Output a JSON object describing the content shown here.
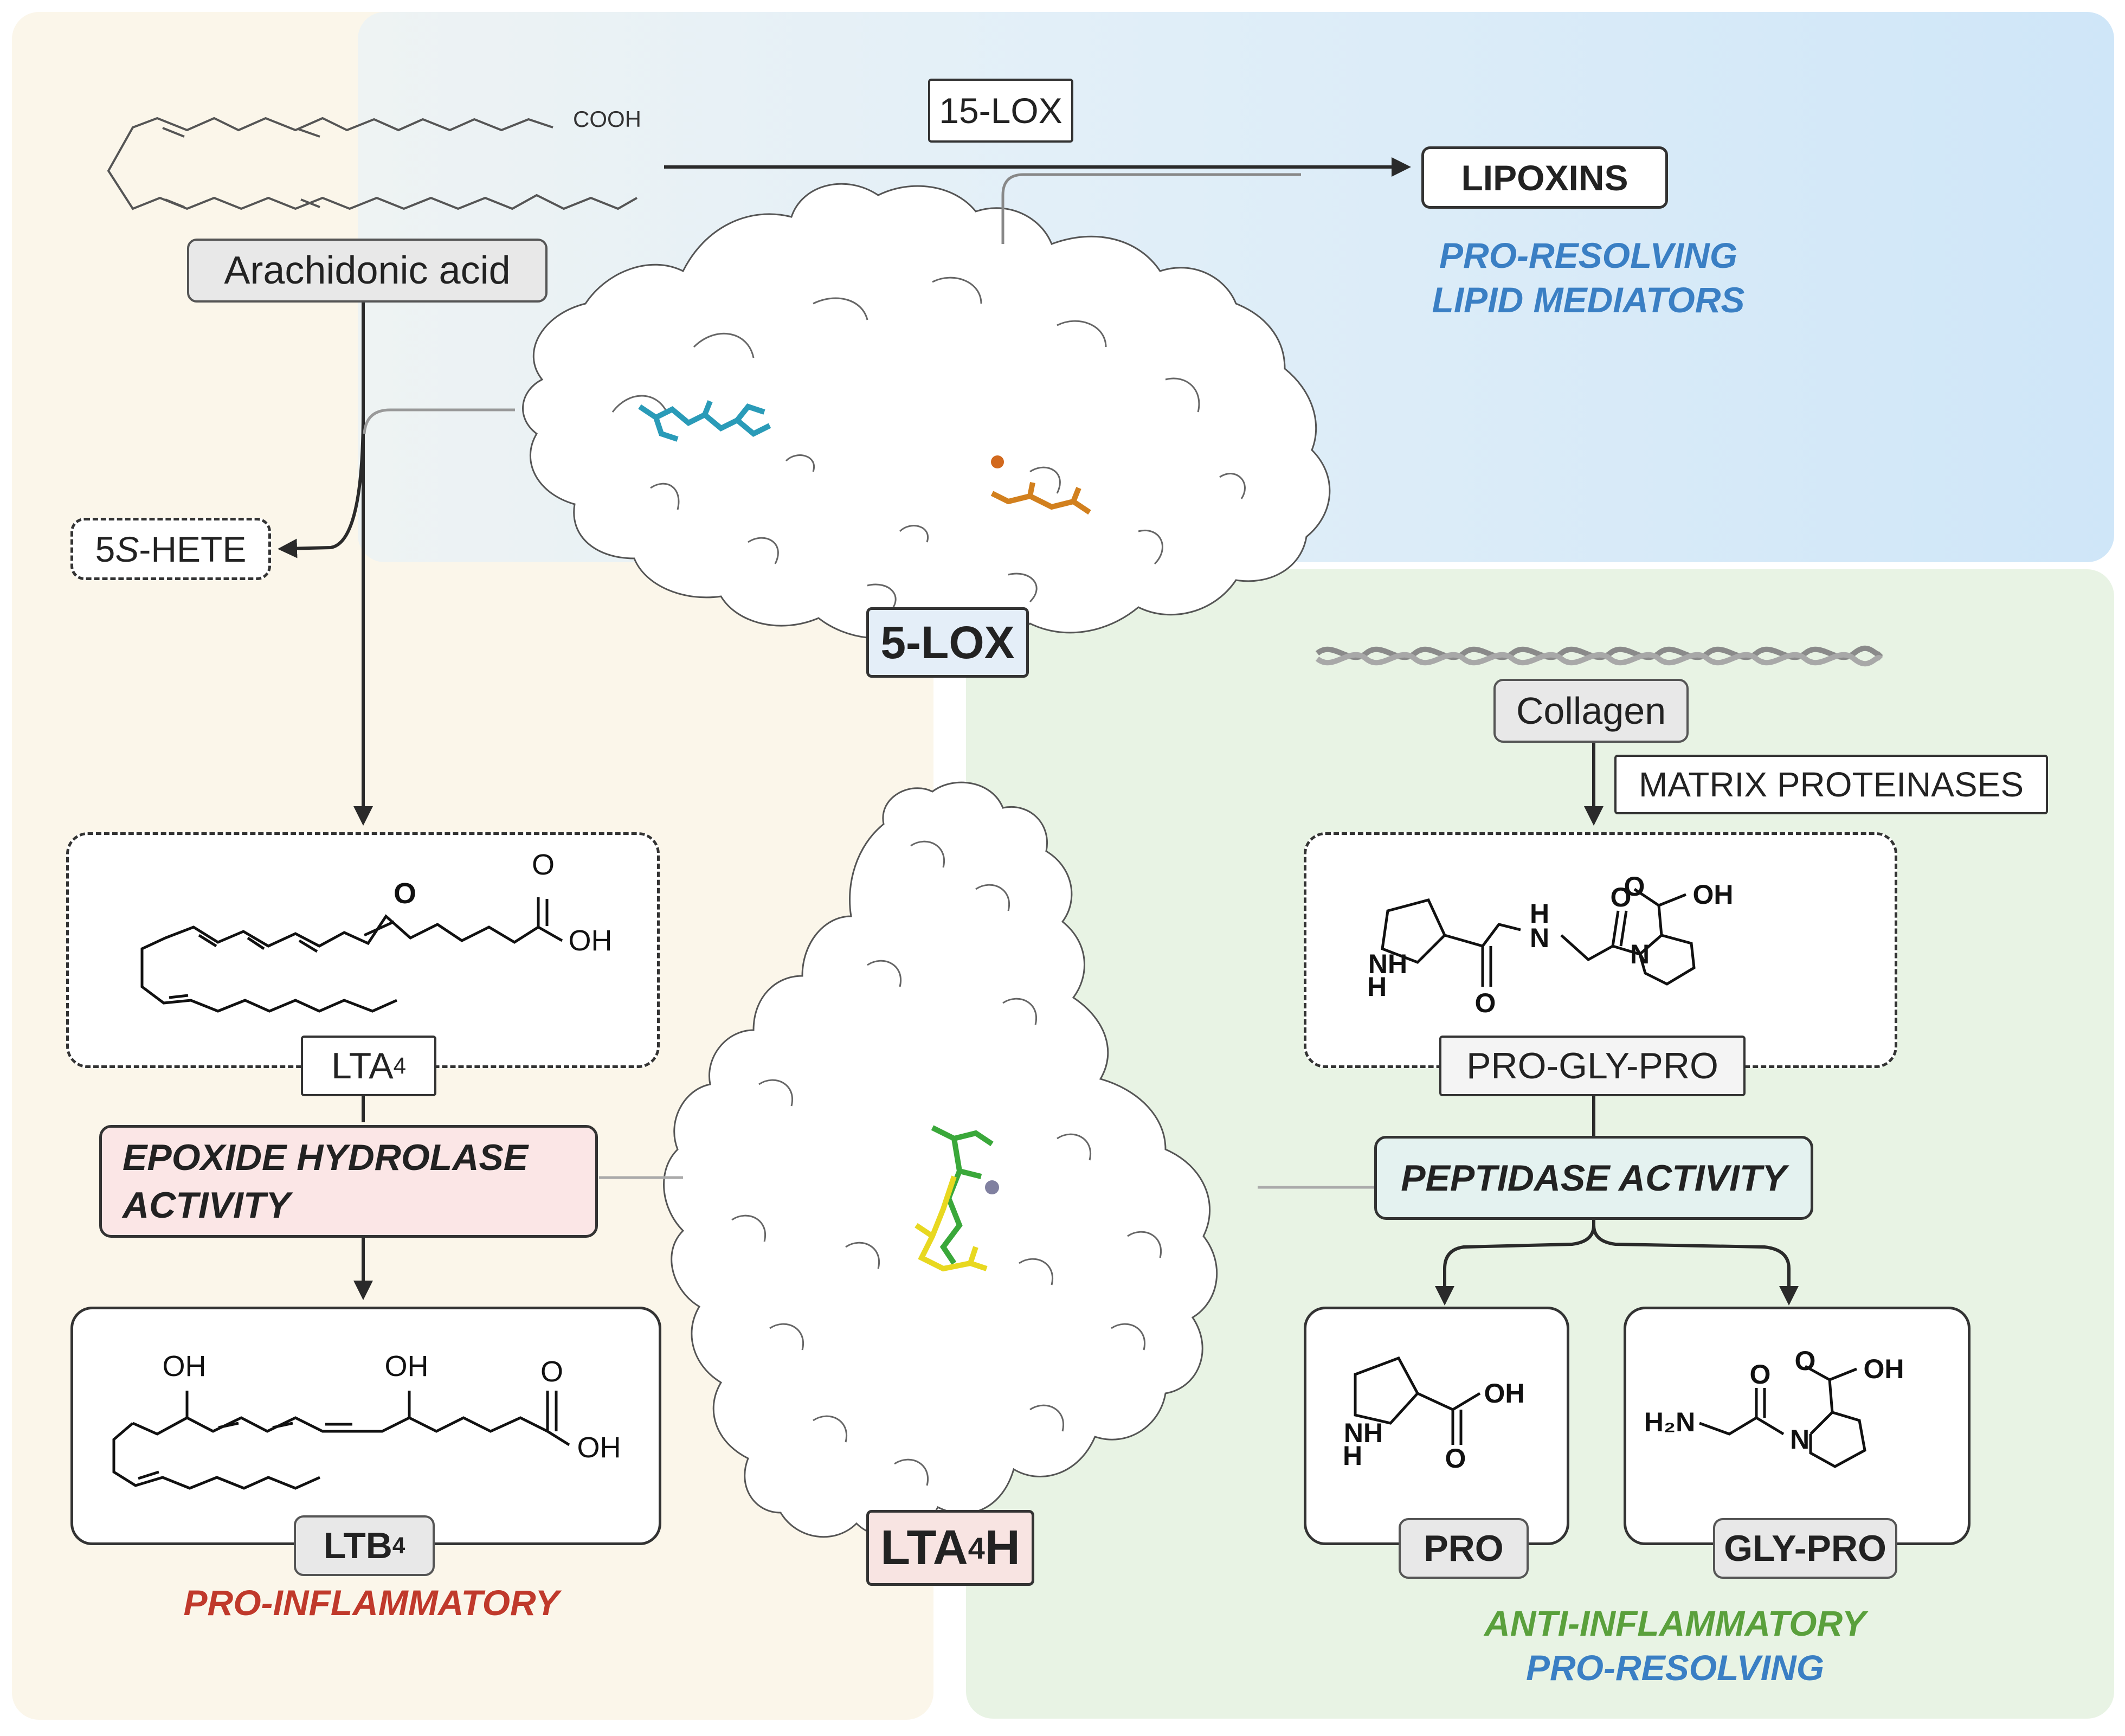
{
  "colors": {
    "zone_left": "#fbf6ea",
    "zone_blue": "#d6e9f8",
    "zone_green": "#e8f3e4",
    "lipid_blue": "#3a7fc4",
    "pro_inflammatory_red": "#c0392b",
    "anti_inflammatory_green": "#5aa03c",
    "epoxide_box": "#fbe6e6",
    "peptidase_box": "#e4f2f0",
    "lox5_box": "#e4eef8",
    "lta4h_box": "#f8e4e2"
  },
  "pathway": {
    "arachidonic_acid": "Arachidonic acid",
    "cooh": "COOH",
    "lox15": "15-LOX",
    "lipoxins": "LIPOXINS",
    "pro_resolving_lipid_mediators_line1": "PRO-RESOLVING",
    "pro_resolving_lipid_mediators_line2": "LIPID MEDIATORS",
    "hete_prefix": "5",
    "hete_s": "S",
    "hete_suffix": "-HETE",
    "lox5": "5-LOX",
    "lta4_base": "LTA",
    "lta4_sub": "4",
    "epoxide_line1": "EPOXIDE HYDROLASE",
    "epoxide_line2": "ACTIVITY",
    "ltb4_base": "LTB",
    "ltb4_sub": "4",
    "pro_inflammatory": "PRO-INFLAMMATORY",
    "lta4h_base": "LTA",
    "lta4h_sub": "4",
    "lta4h_suffix": "H",
    "collagen": "Collagen",
    "matrix_proteinases": "MATRIX PROTEINASES",
    "pgp": "PRO-GLY-PRO",
    "peptidase_activity": "PEPTIDASE ACTIVITY",
    "pro": "PRO",
    "gly_pro": "GLY-PRO",
    "anti_inflammatory": "ANTI-INFLAMMATORY",
    "pro_resolving": "PRO-RESOLVING"
  },
  "chem_labels": {
    "o": "O",
    "oh": "OH",
    "nh": "NH",
    "n": "N",
    "h": "H",
    "h2n": "H₂N"
  }
}
